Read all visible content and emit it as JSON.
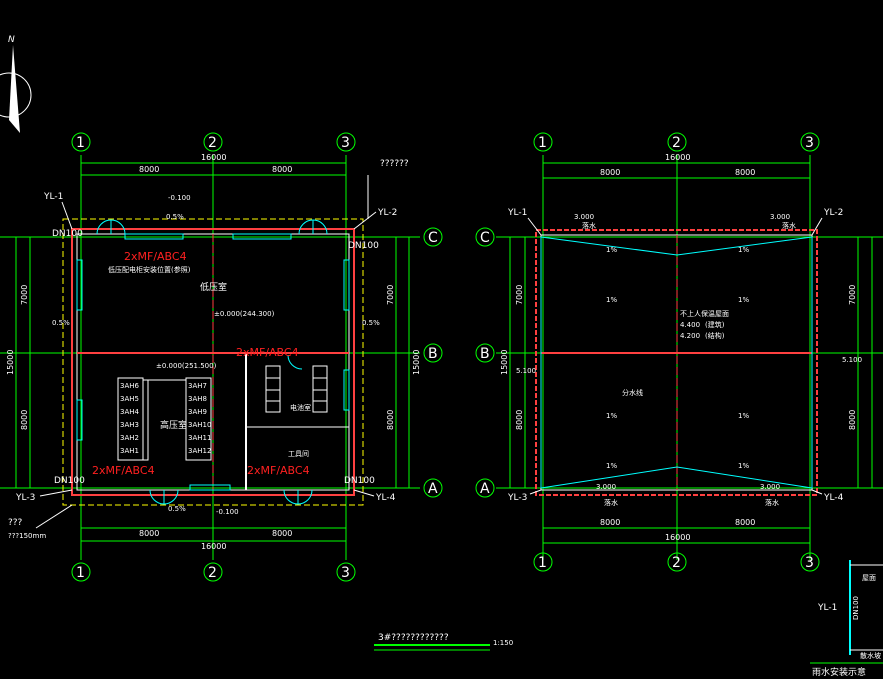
{
  "north_label": "N",
  "title": "3#????????????",
  "scale": "1:150",
  "legend_caption": "雨水安装示意",
  "legend_labels": {
    "pipe_tag": "YL-1",
    "dn": "DN100",
    "top": "屋面",
    "bottom": "散水坡"
  },
  "axes": {
    "one": "1",
    "two": "2",
    "three": "3",
    "a": "A",
    "b": "B",
    "c": "C"
  },
  "dims": {
    "total": "16000",
    "bay": "8000",
    "row": "7000",
    "depth": "15000",
    "slope": "0.5%",
    "pct": "1%"
  },
  "colors": {
    "axis": "#00ff00",
    "wall": "#ff4040",
    "roof": "#00ffff",
    "equip": "#ffffff",
    "text": "#ffffff",
    "annot": "#ff2020"
  },
  "left_plan": {
    "question_tag": "??????",
    "pipes": [
      "YL-1",
      "YL-2",
      "YL-3",
      "YL-4"
    ],
    "dn_tags": [
      "DN100",
      "DN100",
      "DN100",
      "DN100"
    ],
    "elevation_top": "-0.100",
    "elevation_bottom": "-0.100",
    "room_low": "低压室",
    "room_low_level": "±0.000(244.300)",
    "room_high": "高压室",
    "room_high_level": "±0.000(251.500)",
    "room_battery": "电池室",
    "room_tool": "工具间",
    "equip_note": "低压配电柜安装位置(参照)",
    "extinguishers": [
      "2xMF/ABC4",
      "2xMF/ABC4",
      "2xMF/ABC4",
      "2xMF/ABC4"
    ],
    "cabinets_left": [
      "3AH6",
      "3AH5",
      "3AH4",
      "3AH3",
      "3AH2",
      "3AH1"
    ],
    "cabinets_right": [
      "3AH7",
      "3AH8",
      "3AH9",
      "3AH10",
      "3AH11",
      "3AH12"
    ],
    "note_q": "???",
    "note_depth": "???150mm"
  },
  "right_plan": {
    "pipes": [
      "YL-1",
      "YL-2",
      "YL-3",
      "YL-4"
    ],
    "level_top": "3.000",
    "level_bottom": "3.000",
    "gutter": "落水",
    "roof_note": "不上人保温屋面",
    "level_4400": "4.400",
    "level_4400_note": "(建筑)",
    "level_4200": "4.200",
    "level_4200_note": "(结构)",
    "ridge": "分水线",
    "side_level": "5.100"
  }
}
